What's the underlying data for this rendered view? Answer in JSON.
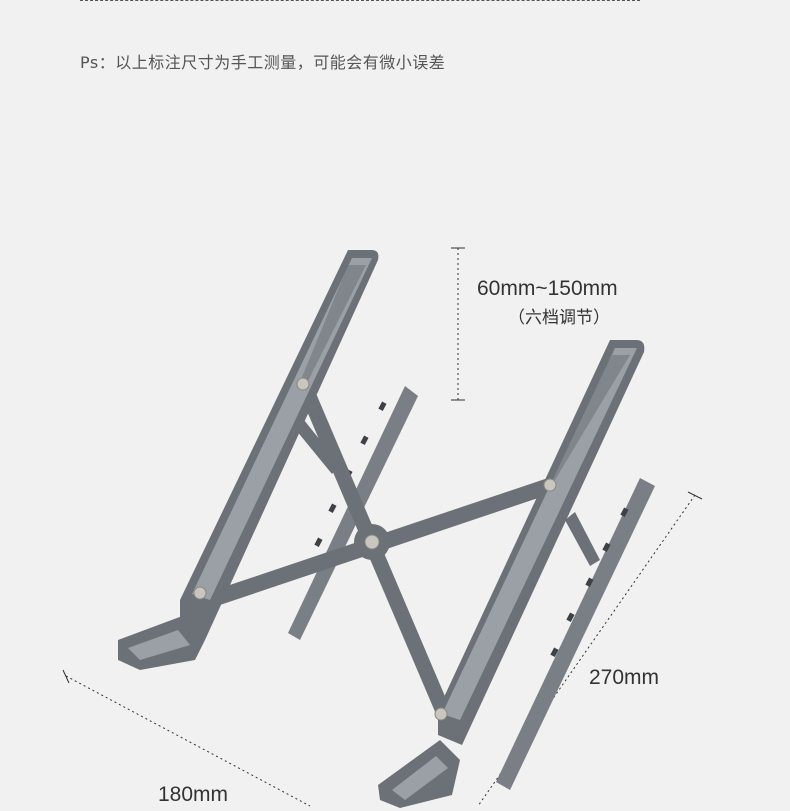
{
  "note": "Ps：以上标注尺寸为手工测量，可能会有微小误差",
  "dimensions": {
    "height": "60mm~150mm",
    "height_note": "（六档调节）",
    "depth": "270mm",
    "width": "180mm"
  },
  "colors": {
    "background": "#f1f1f1",
    "frame": "#6c7177",
    "panel": "#9aa0a6",
    "base": "#7a7f85"
  }
}
